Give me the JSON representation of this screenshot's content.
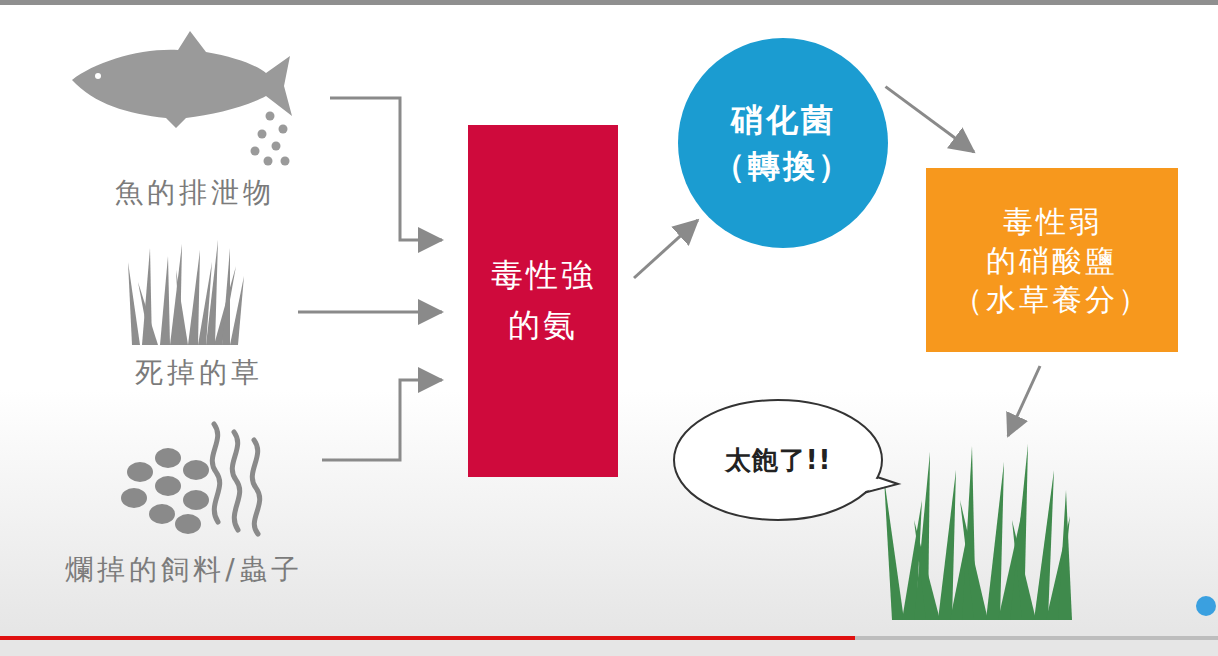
{
  "diagram": {
    "nodes": [
      {
        "text": [
          "魚的排泄物"
        ]
      },
      {
        "text": [
          "死掉的草"
        ]
      },
      {
        "text": [
          "爛掉的飼料/蟲子"
        ]
      },
      {
        "text": [
          "毒性強 的氨"
        ]
      },
      {
        "text": [
          "硝化菌 （轉換）"
        ]
      },
      {
        "text": [
          "毒性弱 的硝酸鹽 （水草養分）"
        ]
      },
      {
        "text": [
          "太飽了!!"
        ]
      }
    ],
    "edges": [
      {
        "from": 0,
        "to": 3,
        "arrow": "to"
      },
      {
        "from": 1,
        "to": 3,
        "arrow": "to"
      },
      {
        "from": 2,
        "to": 3,
        "arrow": "to"
      },
      {
        "from": 3,
        "to": 4,
        "arrow": "to"
      },
      {
        "from": 4,
        "to": 5,
        "arrow": "to"
      }
    ]
  }
}
